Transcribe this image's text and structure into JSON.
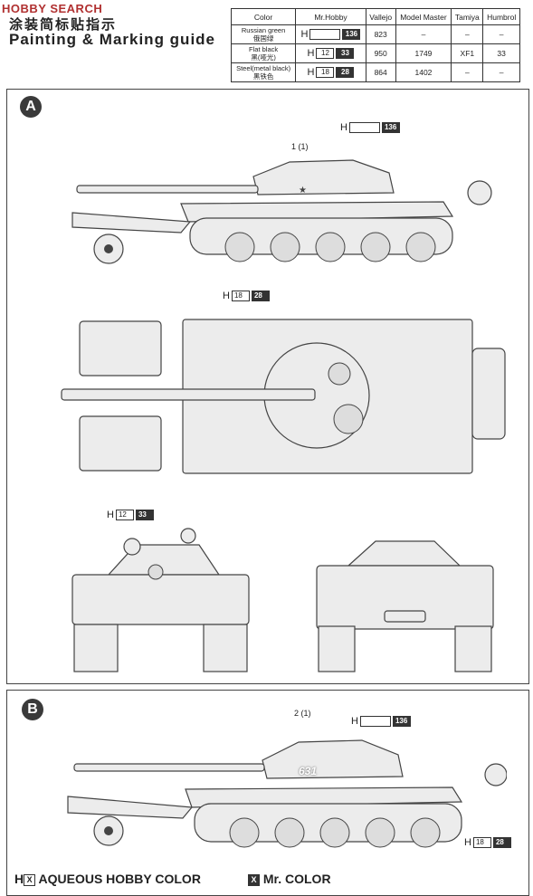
{
  "watermark": "HOBBY SEARCH",
  "title_cn": "涂装简标贴指示",
  "title_en": "Painting & Marking guide",
  "table": {
    "headers": [
      "Color",
      "Mr.Hobby",
      "Vallejo",
      "Model Master",
      "Tamiya",
      "Humbrol"
    ],
    "rows": [
      {
        "color": "Russian green",
        "color_cn": "俄国绿",
        "h_left": "H",
        "h_code": "136",
        "vallejo": "823",
        "model_master": "–",
        "tamiya": "–",
        "humbrol": "–"
      },
      {
        "color": "Flat black",
        "color_cn": "黑(哑光)",
        "h_left": "H",
        "h_aq": "12",
        "h_code": "33",
        "vallejo": "950",
        "model_master": "1749",
        "tamiya": "XF1",
        "humbrol": "33"
      },
      {
        "color": "Steel(metal black)",
        "color_cn": "黑铁色",
        "h_left": "H",
        "h_aq": "18",
        "h_code": "28",
        "vallejo": "864",
        "model_master": "1402",
        "tamiya": "–",
        "humbrol": "–"
      }
    ]
  },
  "sectionA": {
    "badge": "A",
    "callout_h136": {
      "h": "H",
      "code": "136"
    },
    "decal_callout": "1 (1)",
    "callout_h1828": {
      "h": "H",
      "aq": "18",
      "code": "28"
    },
    "callout_h1233": {
      "h": "H",
      "aq": "12",
      "code": "33"
    }
  },
  "sectionB": {
    "badge": "B",
    "decal_callout": "2 (1)",
    "callout_h136": {
      "h": "H",
      "code": "136"
    },
    "callout_h1828": {
      "h": "H",
      "aq": "18",
      "code": "28"
    },
    "turret_number": "631"
  },
  "legend": {
    "aqueous_h": "H",
    "aqueous_box": "X",
    "aqueous_label": "AQUEOUS HOBBY COLOR",
    "mr_box": "X",
    "mr_label": "Mr. COLOR"
  }
}
